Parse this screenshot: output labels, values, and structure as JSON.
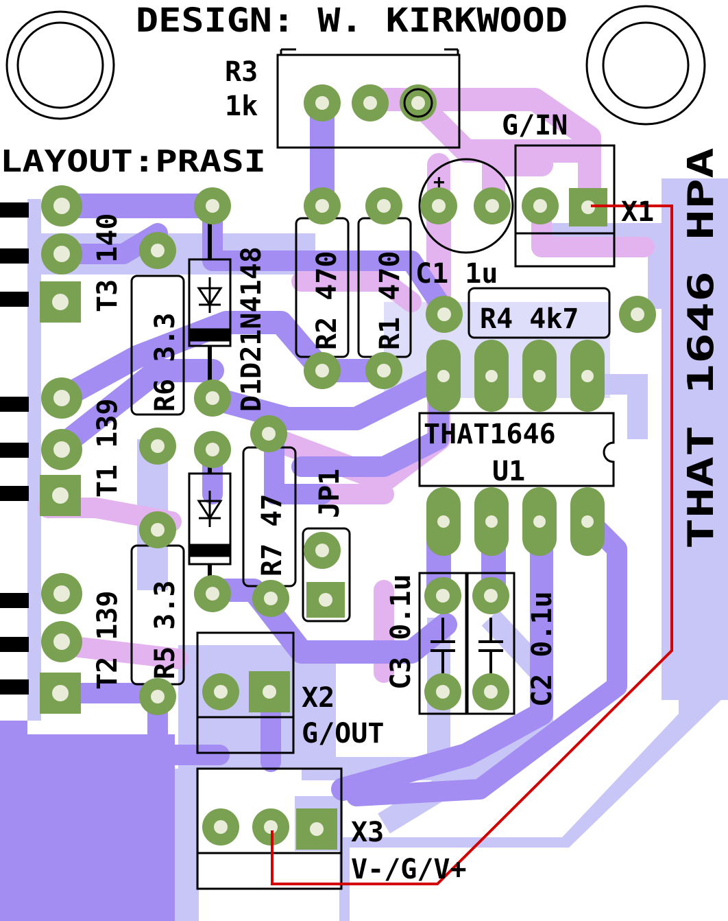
{
  "board": {
    "header_text": "DESIGN: W. KIRKWOOD",
    "layout_text": "LAYOUT:PRASI",
    "product_text": "THAT 1646 HPA"
  },
  "components": {
    "R3": {
      "ref": "R3",
      "value": "1k"
    },
    "R2": {
      "ref": "R2",
      "value": "470"
    },
    "R1": {
      "ref": "R1",
      "value": "470"
    },
    "C1": {
      "ref": "C1",
      "value": "1u",
      "polarity": "+"
    },
    "R4": {
      "ref": "R4",
      "value": "4k7"
    },
    "U1": {
      "ref": "U1",
      "value": "THAT1646"
    },
    "D1": {
      "ref": "D1",
      "value": "D2"
    },
    "D2": {
      "value": "1N4148"
    },
    "R6": {
      "ref": "R6",
      "value": "3.3"
    },
    "R5": {
      "ref": "R5",
      "value": "3.3"
    },
    "R7": {
      "ref": "R7",
      "value": "47"
    },
    "JP1": {
      "ref": "JP1"
    },
    "C3": {
      "ref": "C3",
      "value": "0.1u"
    },
    "C2": {
      "ref": "C2",
      "value": "0.1u"
    },
    "X1": {
      "ref": "X1",
      "label": "G/IN"
    },
    "X2": {
      "ref": "X2",
      "label": "G/OUT"
    },
    "X3": {
      "ref": "X3",
      "label": "V-/G/V+"
    },
    "T3": {
      "ref": "T3",
      "value": "140"
    },
    "T1": {
      "ref": "T1",
      "value": "139"
    },
    "T2": {
      "ref": "T2",
      "value": "139"
    }
  },
  "colors": {
    "top_copper": "#a38cf2",
    "bottom_copper": "#c8c6f7",
    "pink_copper": "#e2b3ee",
    "pad": "#7aa052",
    "drill": "#e8ecd8",
    "silkscreen": "#000000",
    "airwire": "#d20000"
  }
}
